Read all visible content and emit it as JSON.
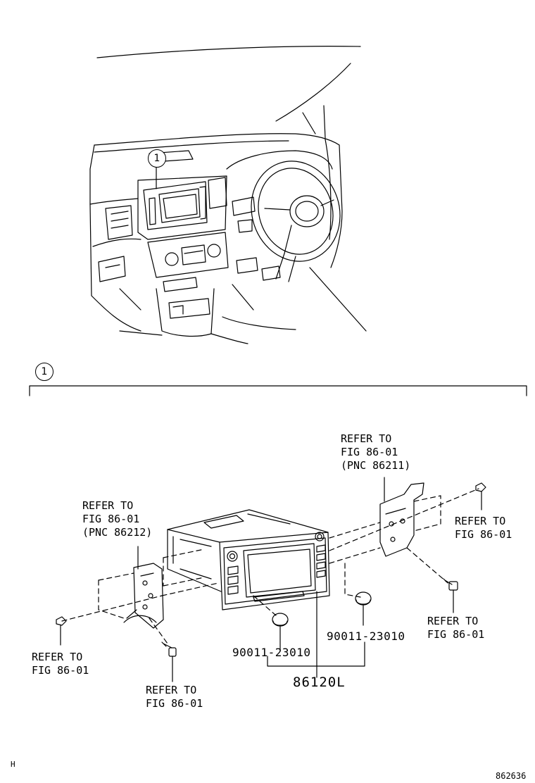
{
  "callouts": {
    "overview": "1",
    "section": "1"
  },
  "labels": {
    "refer_top_right": [
      "REFER TO",
      "FIG 86-01",
      "(PNC 86211)"
    ],
    "refer_top_left": [
      "REFER TO",
      "FIG 86-01",
      "(PNC 86212)"
    ],
    "refer_right_upper": [
      "REFER TO",
      "FIG 86-01"
    ],
    "refer_right_lower": [
      "REFER TO",
      "FIG 86-01"
    ],
    "refer_left_bottom": [
      "REFER TO",
      "FIG 86-01"
    ],
    "refer_center_bottom": [
      "REFER TO",
      "FIG 86-01"
    ]
  },
  "parts": {
    "screw_left": "90011-23010",
    "screw_right": "90011-23010",
    "assembly": "86120L"
  },
  "footer": {
    "corner_left": "H",
    "drawing_number": "862636"
  }
}
